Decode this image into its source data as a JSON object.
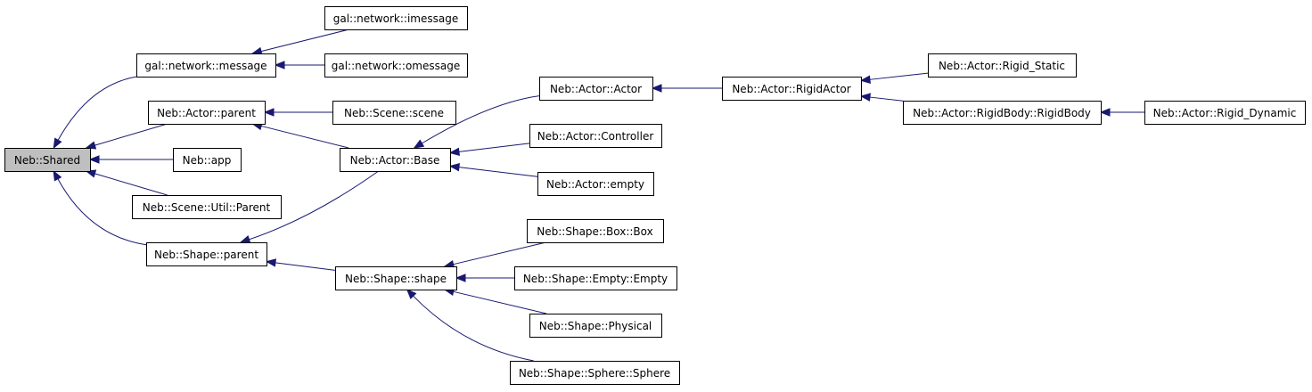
{
  "colors": {
    "edge": "#191970",
    "root_fill": "#bfbfbf",
    "node_fill": "#ffffff",
    "border": "#000000"
  },
  "nodes": [
    {
      "id": "shared",
      "label": "Neb::Shared",
      "root": true
    },
    {
      "id": "gal_message",
      "label": "gal::network::message"
    },
    {
      "id": "gal_imessage",
      "label": "gal::network::imessage"
    },
    {
      "id": "gal_omessage",
      "label": "gal::network::omessage"
    },
    {
      "id": "actor_parent",
      "label": "Neb::Actor::parent"
    },
    {
      "id": "app",
      "label": "Neb::app"
    },
    {
      "id": "scene_util",
      "label": "Neb::Scene::Util::Parent"
    },
    {
      "id": "shape_parent",
      "label": "Neb::Shape::parent"
    },
    {
      "id": "scene",
      "label": "Neb::Scene::scene"
    },
    {
      "id": "actor_base",
      "label": "Neb::Actor::Base"
    },
    {
      "id": "actor_actor",
      "label": "Neb::Actor::Actor"
    },
    {
      "id": "controller",
      "label": "Neb::Actor::Controller"
    },
    {
      "id": "actor_empty",
      "label": "Neb::Actor::empty"
    },
    {
      "id": "rigid_actor",
      "label": "Neb::Actor::RigidActor"
    },
    {
      "id": "rigid_static",
      "label": "Neb::Actor::Rigid_Static"
    },
    {
      "id": "rigid_body",
      "label": "Neb::Actor::RigidBody::RigidBody"
    },
    {
      "id": "rigid_dyn",
      "label": "Neb::Actor::Rigid_Dynamic"
    },
    {
      "id": "shape_shape",
      "label": "Neb::Shape::shape"
    },
    {
      "id": "shape_box",
      "label": "Neb::Shape::Box::Box"
    },
    {
      "id": "shape_empty",
      "label": "Neb::Shape::Empty::Empty"
    },
    {
      "id": "shape_phys",
      "label": "Neb::Shape::Physical"
    },
    {
      "id": "shape_sphere",
      "label": "Neb::Shape::Sphere::Sphere"
    }
  ],
  "edges": [
    {
      "from": "gal_message",
      "to": "shared"
    },
    {
      "from": "actor_parent",
      "to": "shared"
    },
    {
      "from": "app",
      "to": "shared"
    },
    {
      "from": "scene_util",
      "to": "shared"
    },
    {
      "from": "shape_parent",
      "to": "shared"
    },
    {
      "from": "gal_imessage",
      "to": "gal_message"
    },
    {
      "from": "gal_omessage",
      "to": "gal_message"
    },
    {
      "from": "scene",
      "to": "actor_parent"
    },
    {
      "from": "actor_base",
      "to": "actor_parent"
    },
    {
      "from": "actor_base",
      "to": "shape_parent"
    },
    {
      "from": "shape_shape",
      "to": "shape_parent"
    },
    {
      "from": "actor_actor",
      "to": "actor_base"
    },
    {
      "from": "controller",
      "to": "actor_base"
    },
    {
      "from": "actor_empty",
      "to": "actor_base"
    },
    {
      "from": "rigid_actor",
      "to": "actor_actor"
    },
    {
      "from": "rigid_static",
      "to": "rigid_actor"
    },
    {
      "from": "rigid_body",
      "to": "rigid_actor"
    },
    {
      "from": "rigid_dyn",
      "to": "rigid_body"
    },
    {
      "from": "shape_box",
      "to": "shape_shape"
    },
    {
      "from": "shape_empty",
      "to": "shape_shape"
    },
    {
      "from": "shape_phys",
      "to": "shape_shape"
    },
    {
      "from": "shape_sphere",
      "to": "shape_shape"
    }
  ]
}
